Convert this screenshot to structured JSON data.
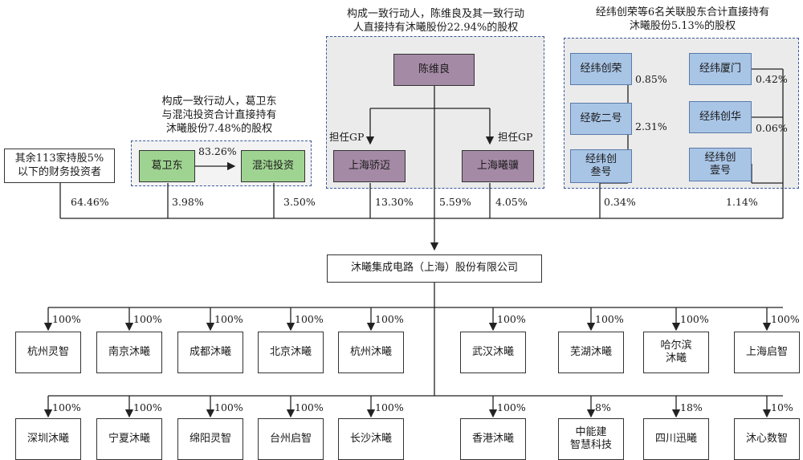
{
  "captions": {
    "left": [
      "构成一致行动人，葛卫东",
      "与混沌投资合计直接持有",
      "沐曦股份7.48%的股权"
    ],
    "middle": [
      "构成一致行动人，陈维良及其一致行动",
      "人直接持有沐曦股份22.94%的股权"
    ],
    "right": [
      "经纬创荣等6名关联股东合计直接持有",
      "沐曦股份5.13%的股权"
    ]
  },
  "shareholders": {
    "others": [
      "其余113家持股5%",
      "以下的财务投资者"
    ],
    "ge_weidong": "葛卫东",
    "hundun": "混沌投资",
    "chen_weiliang": "陈维良",
    "shanghai_qiaomai": "上海骄迈",
    "shanghai_xiji": "上海曦骥",
    "jingwei_chuangrong": "经纬创荣",
    "jingqian_erhao": "经乾二号",
    "jingwei_chuangsan": [
      "经纬创",
      "叁号"
    ],
    "jingwei_xiamen": "经纬厦门",
    "jingwei_chuanghua": "经纬创华",
    "jingwei_chuangyi": [
      "经纬创",
      "壹号"
    ]
  },
  "relations": {
    "ge_to_hundun": "83.26%",
    "gp_left": "担任GP",
    "gp_right": "担任GP"
  },
  "side_pcts": {
    "chuangrong": "0.85%",
    "erhao": "2.31%",
    "xiamen": "0.42%",
    "chuanghua": "0.06%"
  },
  "holdings": {
    "others": "64.46%",
    "ge": "3.98%",
    "hundun": "3.50%",
    "qiaomai": "13.30%",
    "chen": "5.59%",
    "xiji": "4.05%",
    "chuangsan": "0.34%",
    "chuangyi": "1.14%"
  },
  "company": "沐曦集成电路（上海）股份有限公司",
  "subsidiaries_row1": [
    {
      "name": "杭州灵智",
      "pct": "100%"
    },
    {
      "name": "南京沐曦",
      "pct": "100%"
    },
    {
      "name": "成都沐曦",
      "pct": "100%"
    },
    {
      "name": "北京沐曦",
      "pct": "100%"
    },
    {
      "name": "杭州沐曦",
      "pct": "100%"
    },
    {
      "name": "武汉沐曦",
      "pct": "100%"
    },
    {
      "name": "芜湖沐曦",
      "pct": "100%"
    },
    {
      "name": "哈尔滨\n沐曦",
      "pct": "100%"
    },
    {
      "name": "上海启智",
      "pct": "100%"
    }
  ],
  "subsidiaries_row2": [
    {
      "name": "深圳沐曦",
      "pct": "100%"
    },
    {
      "name": "宁夏沐曦",
      "pct": "100%"
    },
    {
      "name": "绵阳灵智",
      "pct": "100%"
    },
    {
      "name": "台州启智",
      "pct": "100%"
    },
    {
      "name": "长沙沐曦",
      "pct": "100%"
    },
    {
      "name": "香港沐曦",
      "pct": "100%"
    },
    {
      "name": "中能建\n智慧科技",
      "pct": "8%"
    },
    {
      "name": "四川迅曦",
      "pct": "18%"
    },
    {
      "name": "沐心数智",
      "pct": "10%"
    }
  ]
}
